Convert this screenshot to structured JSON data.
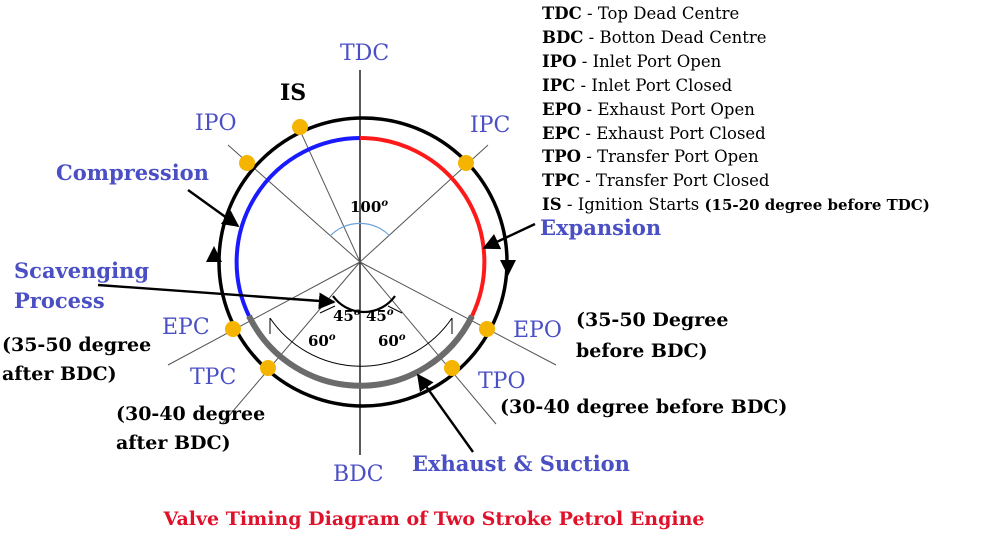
{
  "labels": {
    "tdc": "TDC",
    "bdc": "BDC",
    "is": "IS",
    "ipo": "IPO",
    "ipc": "IPC",
    "epo": "EPO",
    "epc": "EPC",
    "tpo": "TPO",
    "tpc": "TPC",
    "compression": "Compression",
    "expansion": "Expansion",
    "scavenging_1": "Scavenging",
    "scavenging_2": "Process",
    "exhaust_suction": "Exhaust & Suction",
    "angle_100": "100",
    "angle_45_left": "45",
    "angle_45_right": "45",
    "angle_60_left": "60",
    "angle_60_right": "60",
    "degree_symbol": "o",
    "epc_note_1": "(35-50 degree",
    "epc_note_2": "after BDC)",
    "tpc_note_1": "(30-40 degree",
    "tpc_note_2": "after BDC)",
    "epo_note_1": "(35-50 Degree",
    "epo_note_2": "before BDC)",
    "tpo_note": "(30-40 degree before BDC)"
  },
  "legend": [
    {
      "abbr": "TDC",
      "sep": " - ",
      "text": "Top Dead Centre"
    },
    {
      "abbr": "BDC",
      "sep": " - ",
      "text": "Botton Dead Centre"
    },
    {
      "abbr": "IPO",
      "sep": " - ",
      "text": "Inlet Port Open"
    },
    {
      "abbr": "IPC",
      "sep": " - ",
      "text": "Inlet Port Closed"
    },
    {
      "abbr": "EPO",
      "sep": " - ",
      "text": "Exhaust Port Open"
    },
    {
      "abbr": "EPC",
      "sep": " - ",
      "text": "Exhaust Port Closed"
    },
    {
      "abbr": "TPO",
      "sep": " - ",
      "text": "Transfer Port Open"
    },
    {
      "abbr": "TPC",
      "sep": " - ",
      "text": "Transfer Port Closed"
    },
    {
      "abbr": "IS",
      "sep": " - ",
      "text": "Ignition Starts",
      "note": "(15-20 degree before TDC)"
    }
  ],
  "caption": "Valve Timing Diagram of Two Stroke Petrol Engine",
  "colors": {
    "compression": "#1a1aff",
    "expansion": "#ff1a1a",
    "exhaust_suction": "#6b6b6b",
    "port_dot": "#f5b400",
    "label_blue": "#4a4fc4",
    "caption": "#e0112b"
  }
}
